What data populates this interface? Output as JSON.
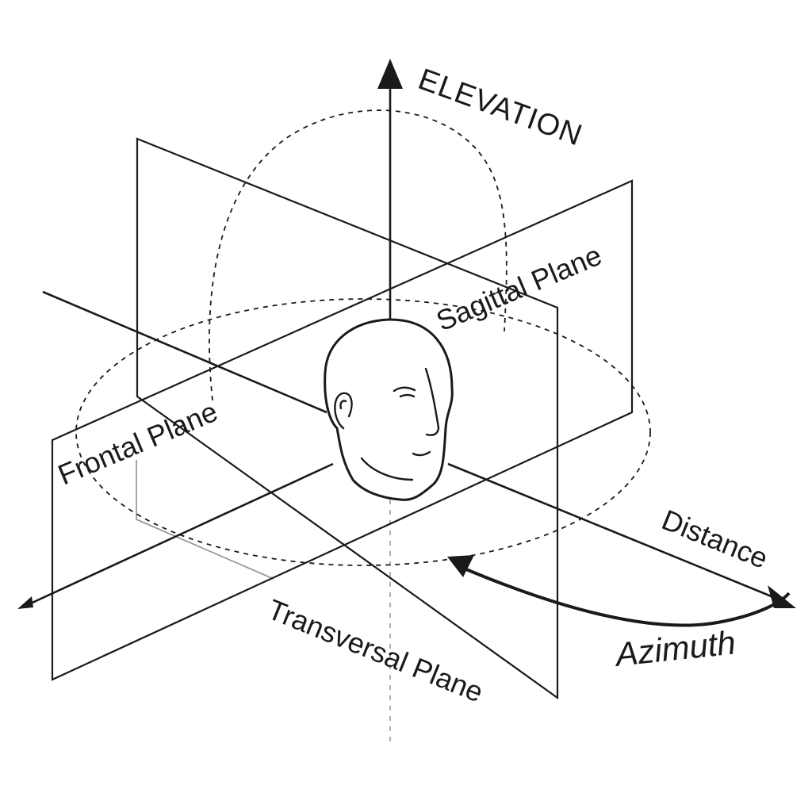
{
  "labels": {
    "elevation": "ELEVATION",
    "sagittal": "Sagittal Plane",
    "frontal": "Frontal Plane",
    "transversal": "Transversal Plane",
    "distance": "Distance",
    "azimuth": "Azimuth"
  },
  "icons": {
    "head": "head-icon",
    "ear": "ear-icon"
  }
}
